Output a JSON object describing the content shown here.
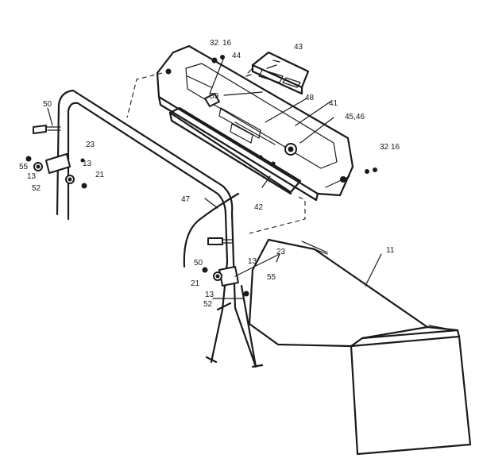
{
  "colors": {
    "ink": "#1a1a1a",
    "paper": "#ffffff"
  },
  "callouts": {
    "c11": "11",
    "c13a": "13",
    "c13b": "13",
    "c13c": "13",
    "c13d": "13",
    "c16a": "16",
    "c16b": "16",
    "c21a": "21",
    "c21b": "21",
    "c23a": "23",
    "c23b": "23",
    "c32a": "32",
    "c32b": "32",
    "c41": "41",
    "c42": "42",
    "c43": "43",
    "c44": "44",
    "c45": "45,46",
    "c47": "47",
    "c48": "48",
    "c50a": "50",
    "c50b": "50",
    "c52a": "52",
    "c52b": "52",
    "c55a": "55",
    "c55b": "55",
    "c59": "59"
  }
}
